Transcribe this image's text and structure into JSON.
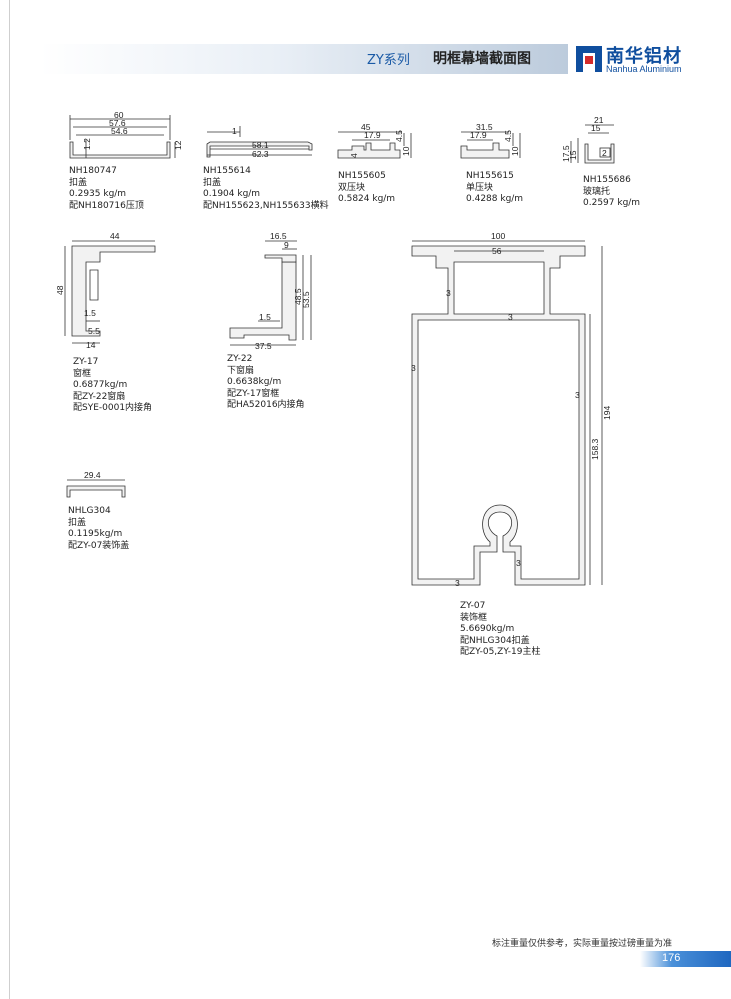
{
  "header": {
    "series": "ZY系列",
    "title": "明框幕墙截面图",
    "brand_cn": "南华铝材",
    "brand_en": "Nanhua Aluminium",
    "brand_color": "#0f4e9e"
  },
  "profiles": [
    {
      "code": "NH180747",
      "name": "扣盖",
      "weight": "0.2935 kg/m",
      "note": "配NH180716压顶",
      "dims": [
        "60",
        "57.6",
        "54.6",
        "1.2",
        "12"
      ]
    },
    {
      "code": "NH155614",
      "name": "扣盖",
      "weight": "0.1904 kg/m",
      "note": "配NH155623,NH155633横料",
      "dims": [
        "1",
        "58.1",
        "62.3"
      ]
    },
    {
      "code": "NH155605",
      "name": "双压块",
      "weight": "0.5824 kg/m",
      "dims": [
        "45",
        "17.9",
        "4.5",
        "10",
        "4"
      ]
    },
    {
      "code": "NH155615",
      "name": "单压块",
      "weight": "0.4288 kg/m",
      "dims": [
        "31.5",
        "17.9",
        "4.5",
        "10"
      ]
    },
    {
      "code": "NH155686",
      "name": "玻璃托",
      "weight": "0.2597 kg/m",
      "dims": [
        "21",
        "15",
        "2",
        "17.5",
        "15"
      ]
    },
    {
      "code": "ZY-17",
      "name": "窗框",
      "weight": "0.6877kg/m",
      "note": "配ZY-22窗扇",
      "note2": "配SYE-0001内接角",
      "dims": [
        "44",
        "48",
        "1.5",
        "5.5",
        "14"
      ]
    },
    {
      "code": "ZY-22",
      "name": "下窗扇",
      "weight": "0.6638kg/m",
      "note": "配ZY-17窗框",
      "note2": "配HA52016内接角",
      "dims": [
        "16.5",
        "9",
        "48.5",
        "53.5",
        "1.5",
        "37.5"
      ]
    },
    {
      "code": "NHLG304",
      "name": "扣盖",
      "weight": "0.1195kg/m",
      "note": "配ZY-07装饰盖",
      "dims": [
        "29.4"
      ]
    },
    {
      "code": "ZY-07",
      "name": "装饰框",
      "weight": "5.6690kg/m",
      "note": "配NHLG304扣盖",
      "note2": "配ZY-05,ZY-19主柱",
      "dims": [
        "100",
        "56",
        "3",
        "3",
        "3",
        "3",
        "158.3",
        "194",
        "3",
        "3"
      ]
    }
  ],
  "footer": {
    "note": "标注重量仅供参考，实际重量按过磅重量为准",
    "page": "176"
  }
}
